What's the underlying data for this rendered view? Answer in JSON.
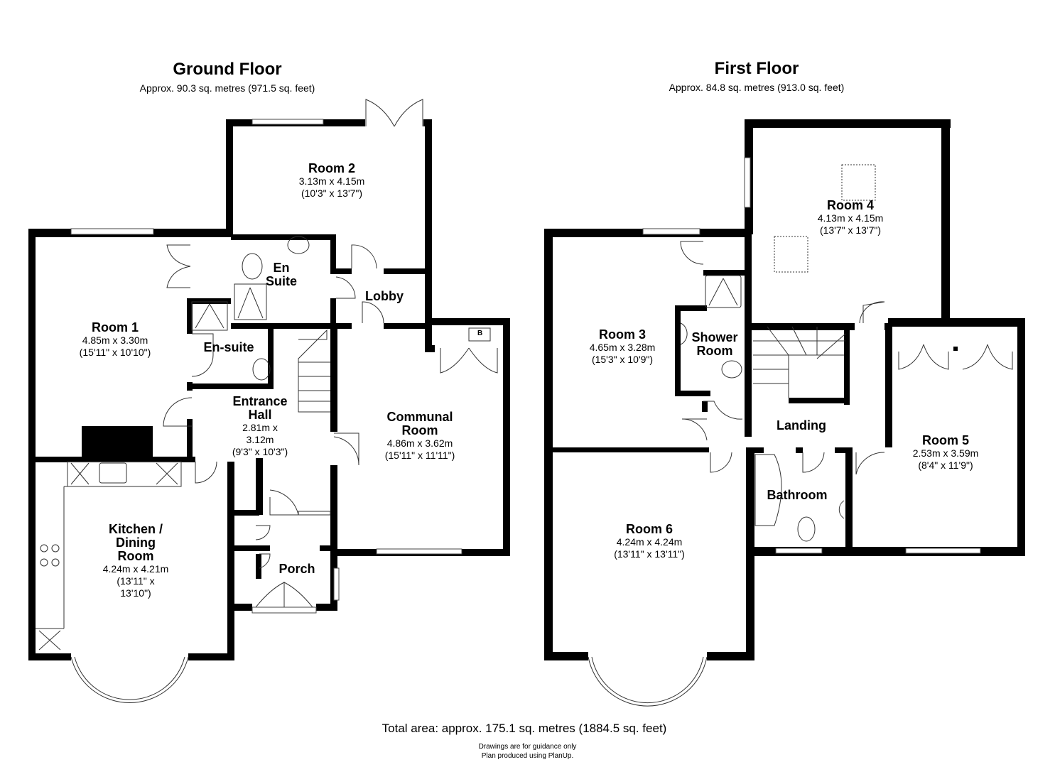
{
  "ground_floor": {
    "title": "Ground Floor",
    "area": "Approx. 90.3 sq. metres (971.5 sq. feet)",
    "rooms": [
      {
        "name": "Room 2",
        "metric": "3.13m x 4.15m",
        "imperial": "(10'3\" x 13'7\")"
      },
      {
        "name": "Room 1",
        "metric": "4.85m x 3.30m",
        "imperial": "(15'11\" x 10'10\")"
      },
      {
        "name": "En Suite"
      },
      {
        "name": "En-suite"
      },
      {
        "name": "Lobby"
      },
      {
        "name": "Entrance Hall",
        "metric": "2.81m x 3.12m",
        "imperial": "(9'3\" x 10'3\")"
      },
      {
        "name": "Communal Room",
        "metric": "4.86m x 3.62m",
        "imperial": "(15'11\" x 11'11\")"
      },
      {
        "name": "Kitchen / Dining Room",
        "metric": "4.24m x 4.21m",
        "imperial": "(13'11\" x 13'10\")"
      },
      {
        "name": "Porch"
      }
    ],
    "boiler_label": "B"
  },
  "first_floor": {
    "title": "First Floor",
    "area": "Approx. 84.8 sq. metres (913.0 sq. feet)",
    "rooms": [
      {
        "name": "Room 4",
        "metric": "4.13m x 4.15m",
        "imperial": "(13'7\" x 13'7\")"
      },
      {
        "name": "Room 3",
        "metric": "4.65m x 3.28m",
        "imperial": "(15'3\" x 10'9\")"
      },
      {
        "name": "Shower Room"
      },
      {
        "name": "Landing"
      },
      {
        "name": "Room 5",
        "metric": "2.53m x 3.59m",
        "imperial": "(8'4\" x 11'9\")"
      },
      {
        "name": "Bathroom"
      },
      {
        "name": "Room 6",
        "metric": "4.24m x 4.24m",
        "imperial": "(13'11\" x 13'11\")"
      }
    ]
  },
  "footer": {
    "total": "Total area: approx. 175.1 sq. metres (1884.5 sq. feet)",
    "disclaimer": "Drawings are for guidance only",
    "credit": "Plan produced using PlanUp."
  }
}
